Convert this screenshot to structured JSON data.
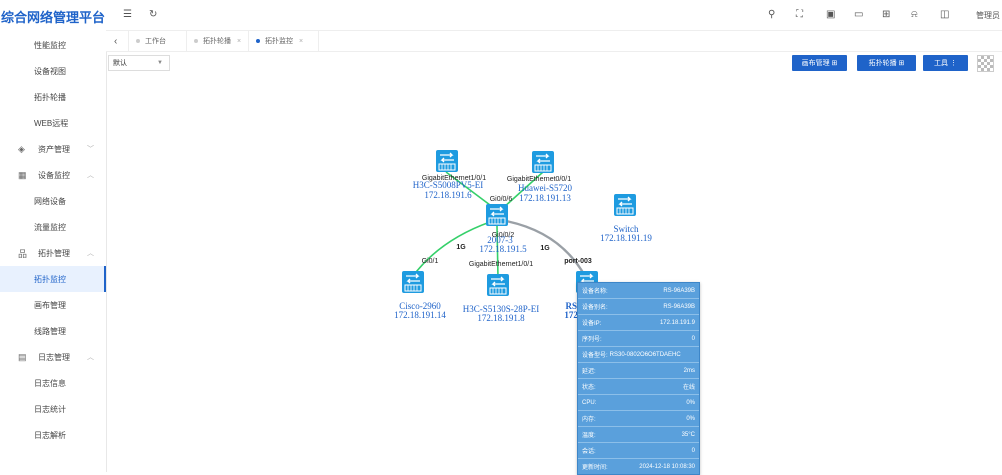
{
  "brand": "综合网络管理平台",
  "sidebar": {
    "items": [
      {
        "label": "性能监控",
        "type": "sub"
      },
      {
        "label": "设备视图",
        "type": "sub"
      },
      {
        "label": "拓扑轮播",
        "type": "sub"
      },
      {
        "label": "WEB远程",
        "type": "sub"
      },
      {
        "label": "资产管理",
        "type": "group"
      },
      {
        "label": "设备监控",
        "type": "group"
      },
      {
        "label": "网络设备",
        "type": "sub"
      },
      {
        "label": "流量监控",
        "type": "sub"
      },
      {
        "label": "拓扑管理",
        "type": "group"
      },
      {
        "label": "拓扑监控",
        "type": "sub",
        "active": true
      },
      {
        "label": "画布管理",
        "type": "sub"
      },
      {
        "label": "线路管理",
        "type": "sub"
      },
      {
        "label": "日志管理",
        "type": "group"
      },
      {
        "label": "日志信息",
        "type": "sub"
      },
      {
        "label": "日志统计",
        "type": "sub"
      },
      {
        "label": "日志解析",
        "type": "sub"
      }
    ]
  },
  "topbar": {
    "user_label": "管理员"
  },
  "tabs": [
    {
      "label": "工作台"
    },
    {
      "label": "拓扑轮播"
    },
    {
      "label": "拓扑监控",
      "active": true
    }
  ],
  "toolbar": {
    "select_value": "默认",
    "canvas_button": "画布管理 ⊞",
    "carousel_button": "拓扑轮播 ⊞",
    "tools_button": "工具 ⋮"
  },
  "topology": {
    "devices": [
      {
        "name": "H3C-S5008PV5-EI",
        "ip": "172.18.191.6"
      },
      {
        "name": "Huawei-S5720",
        "ip": "172.18.191.13"
      },
      {
        "name": "Switch",
        "ip": "172.18.191.19"
      },
      {
        "name": "2007-3",
        "ip": "172.18.191.5"
      },
      {
        "name": "Cisco-2960",
        "ip": "172.18.191.14"
      },
      {
        "name": "H3C-S5130S-28P-EI",
        "ip": "172.18.191.8"
      },
      {
        "name": "RS-96A39B",
        "ip": "172.18.191.9"
      }
    ],
    "ports": {
      "p1": "GigabitEthernet1/0/1",
      "p2": "GigabitEthernet0/0/1",
      "p3": "Gi0/0/6",
      "p4": "Gi0/0/2",
      "p5": "Gi0/1",
      "p6": "GigabitEthernet1/0/1",
      "p7": "port-003"
    },
    "speeds": {
      "s1": "1G",
      "s2": "1G"
    }
  },
  "info_panel": {
    "rows": [
      {
        "key": "设备名称:",
        "value": "RS-96A39B"
      },
      {
        "key": "设备别名:",
        "value": "RS-96A39B"
      },
      {
        "key": "设备IP:",
        "value": "172.18.191.9"
      },
      {
        "key": "序列号:",
        "value": "0"
      },
      {
        "key": "设备型号:",
        "value": "RS30-0802O6O6TDAEHC",
        "single": true
      },
      {
        "key": "延迟:",
        "value": "2ms"
      },
      {
        "key": "状态:",
        "value": "在线"
      },
      {
        "key": "CPU:",
        "value": "0%"
      },
      {
        "key": "内存:",
        "value": "0%"
      },
      {
        "key": "温度:",
        "value": "35°C"
      },
      {
        "key": "会话:",
        "value": "0"
      },
      {
        "key": "更新时间:",
        "value": "2024-12-18 10:08:30"
      }
    ]
  },
  "colors": {
    "accent": "#1f63c9",
    "link_green": "#35d06a",
    "link_gray": "#9aa0a6",
    "device_icon": "#1e9be0",
    "panel_bg": "#5aa0dc"
  }
}
